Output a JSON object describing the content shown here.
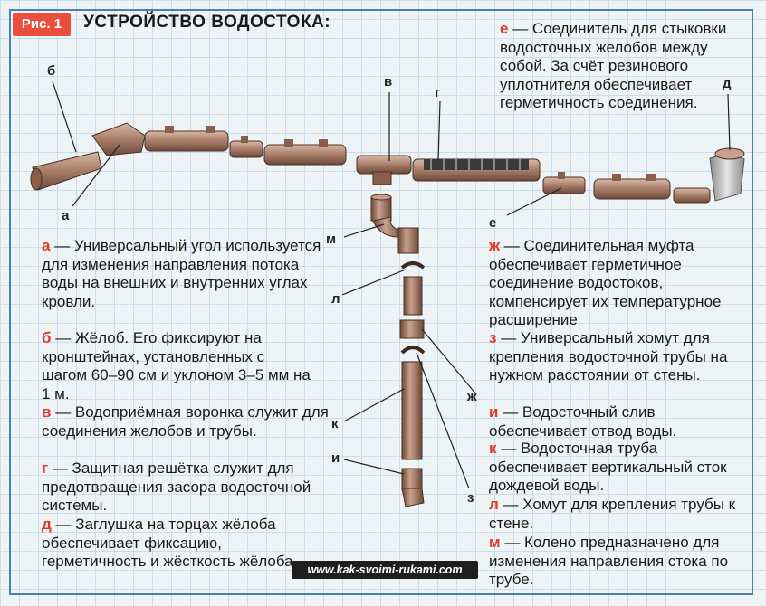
{
  "header": {
    "figure_label": "Рис. 1",
    "title": "УСТРОЙСТВО ВОДОСТОКА:"
  },
  "callouts": {
    "a": "а",
    "b": "б",
    "v": "в",
    "g": "г",
    "d": "д",
    "e": "е",
    "zh": "ж",
    "z": "з",
    "i": "и",
    "k": "к",
    "l": "л",
    "m": "м"
  },
  "descriptions": {
    "e": {
      "letter": "е",
      "text": "— Соединитель для стыковки водосточных желобов между собой. За счёт резинового уплотнителя обеспечивает герметичность соединения."
    },
    "a": {
      "letter": "а",
      "text": "— Универсальный угол используется для изменения направления потока воды на внешних и внутренних углах кровли."
    },
    "b": {
      "letter": "б",
      "text": "— Жёлоб. Его фиксируют на кронштейнах, установленных с шагом 60–90 см и уклоном 3–5 мм на 1 м."
    },
    "v": {
      "letter": "в",
      "text": "— Водоприёмная воронка служит для соединения желобов и трубы."
    },
    "g": {
      "letter": "г",
      "text": "— Защитная решётка служит для предотвращения засора водосточной системы."
    },
    "d": {
      "letter": "д",
      "text": "— Заглушка на торцах жёлоба обеспечивает фиксацию, герметичность и жёсткость жёлоба."
    },
    "zh": {
      "letter": "ж",
      "text": "— Соединительная муфта обеспечивает герметичное соединение водостоков, компенсирует их температурное расширение"
    },
    "z": {
      "letter": "з",
      "text": "— Универсальный хомут для крепления водосточной трубы на нужном расстоянии от стены."
    },
    "i": {
      "letter": "и",
      "text": "— Водосточный слив обеспечивает отвод воды."
    },
    "k": {
      "letter": "к",
      "text": "— Водосточная труба обеспечивает вертикальный сток дождевой воды."
    },
    "l": {
      "letter": "л",
      "text": "— Хомут для крепления трубы к стене."
    },
    "m": {
      "letter": "м",
      "text": "— Колено предназначено для изменения направления стока по трубе."
    }
  },
  "watermark": "www.kak-svoimi-rukami.com",
  "colors": {
    "accent": "#e0392b",
    "grid": "#c9dceb",
    "frame": "#4a7fb0",
    "gutter": "#a87d68"
  }
}
